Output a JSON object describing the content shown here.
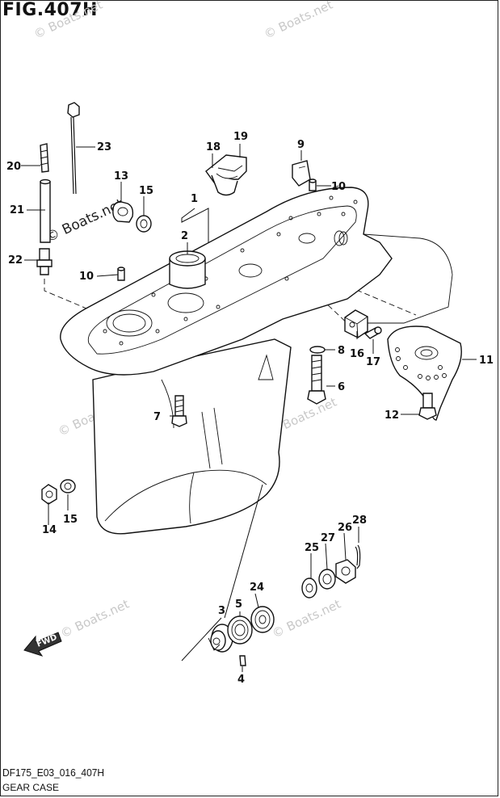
{
  "figure": {
    "title": "FIG.407H",
    "code": "DF175_E03_016_407H",
    "caption": "GEAR CASE"
  },
  "watermark": {
    "text": "© Boats.net",
    "strong_text": "© Boats.net"
  },
  "direction_badge": "FWD",
  "callouts": {
    "p1": "1",
    "p2": "2",
    "p3": "3",
    "p4": "4",
    "p5": "5",
    "p6": "6",
    "p7": "7",
    "p8": "8",
    "p9": "9",
    "p10a": "10",
    "p10b": "10",
    "p11": "11",
    "p12": "12",
    "p13": "13",
    "p14": "14",
    "p15a": "15",
    "p15b": "15",
    "p16": "16",
    "p17": "17",
    "p18": "18",
    "p19": "19",
    "p20": "20",
    "p21": "21",
    "p22": "22",
    "p23": "23",
    "p24": "24",
    "p25": "25",
    "p26": "26",
    "p27": "27",
    "p28": "28"
  }
}
